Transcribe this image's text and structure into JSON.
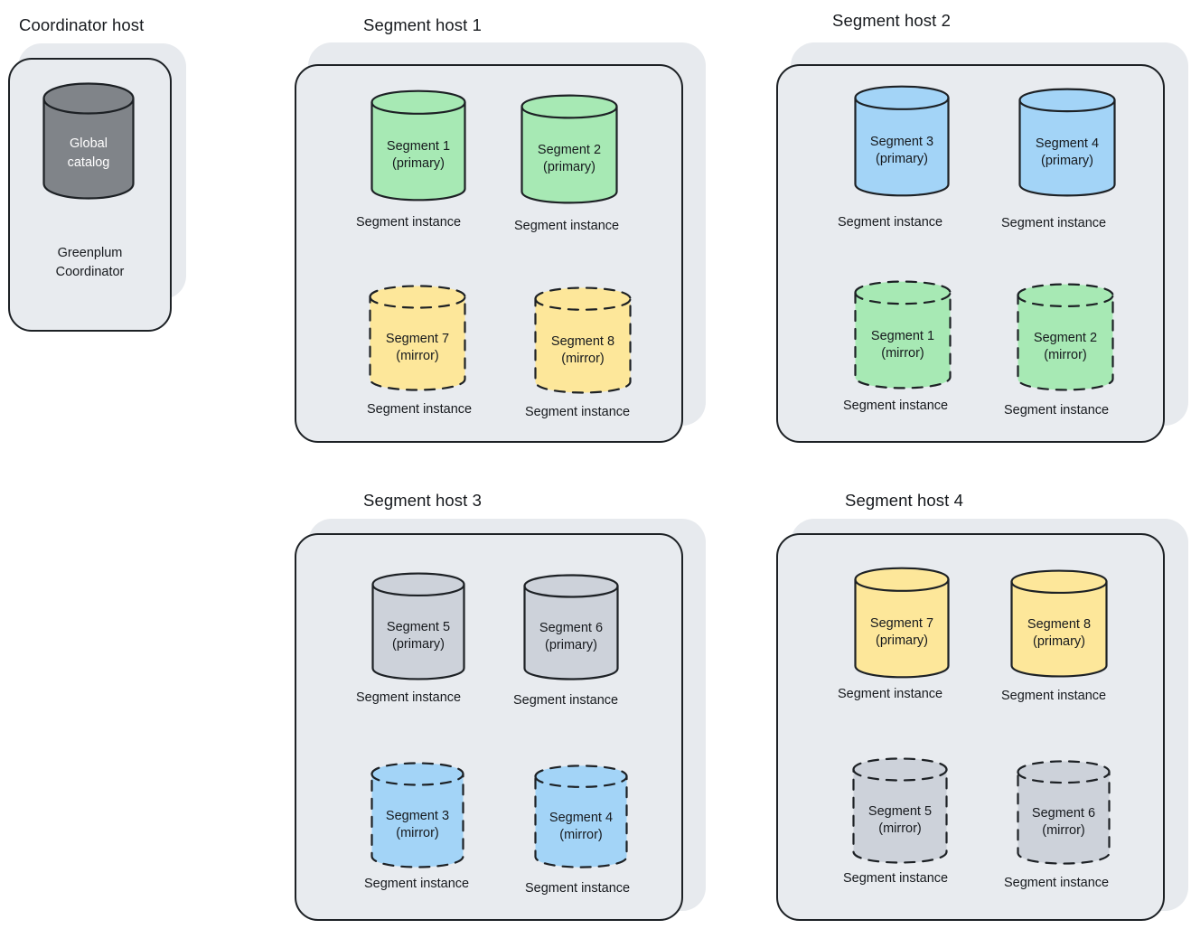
{
  "diagram": {
    "title_font_size": 18.5,
    "colors": {
      "green": "#a7e9b4",
      "green_stroke": "#1d2125",
      "blue": "#a3d4f7",
      "blue_stroke": "#1d2125",
      "yellow": "#fde79a",
      "yellow_stroke": "#1d2125",
      "gray": "#cdd2da",
      "gray_stroke": "#1d2125",
      "dark_gray": "#808489",
      "host_fill": "#e8ebef",
      "host_shadow": "#e7eaee",
      "outline": "#1d2125",
      "text": "#16191d",
      "text_light": "#ffffff"
    },
    "instance_caption": "Segment instance"
  },
  "coordinator_host": {
    "title": "Coordinator host",
    "cylinder": {
      "line1": "Global",
      "line2": "catalog",
      "fill": "#808489",
      "stroke": "#1d2125",
      "text_color": "#ffffff",
      "style": "solid"
    },
    "caption_line1": "Greenplum",
    "caption_line2": "Coordinator"
  },
  "segment_hosts": [
    {
      "id": "segment-host-1",
      "title": "Segment host 1",
      "segments": [
        {
          "name": "Segment 1",
          "role": "(primary)",
          "fill": "#a7e9b4",
          "style": "solid",
          "caption": "Segment instance"
        },
        {
          "name": "Segment 2",
          "role": "(primary)",
          "fill": "#a7e9b4",
          "style": "solid",
          "caption": "Segment instance"
        },
        {
          "name": "Segment 7",
          "role": "(mirror)",
          "fill": "#fde79a",
          "style": "dashed",
          "caption": "Segment instance"
        },
        {
          "name": "Segment 8",
          "role": "(mirror)",
          "fill": "#fde79a",
          "style": "dashed",
          "caption": "Segment instance"
        }
      ]
    },
    {
      "id": "segment-host-2",
      "title": "Segment host 2",
      "segments": [
        {
          "name": "Segment 3",
          "role": "(primary)",
          "fill": "#a3d4f7",
          "style": "solid",
          "caption": "Segment instance"
        },
        {
          "name": "Segment 4",
          "role": "(primary)",
          "fill": "#a3d4f7",
          "style": "solid",
          "caption": "Segment instance"
        },
        {
          "name": "Segment 1",
          "role": "(mirror)",
          "fill": "#a7e9b4",
          "style": "dashed",
          "caption": "Segment instance"
        },
        {
          "name": "Segment 2",
          "role": "(mirror)",
          "fill": "#a7e9b4",
          "style": "dashed",
          "caption": "Segment instance"
        }
      ]
    },
    {
      "id": "segment-host-3",
      "title": "Segment host 3",
      "segments": [
        {
          "name": "Segment 5",
          "role": "(primary)",
          "fill": "#cdd2da",
          "style": "solid",
          "caption": "Segment instance"
        },
        {
          "name": "Segment 6",
          "role": "(primary)",
          "fill": "#cdd2da",
          "style": "solid",
          "caption": "Segment instance"
        },
        {
          "name": "Segment 3",
          "role": "(mirror)",
          "fill": "#a3d4f7",
          "style": "dashed",
          "caption": "Segment instance"
        },
        {
          "name": "Segment 4",
          "role": "(mirror)",
          "fill": "#a3d4f7",
          "style": "dashed",
          "caption": "Segment instance"
        }
      ]
    },
    {
      "id": "segment-host-4",
      "title": "Segment host 4",
      "segments": [
        {
          "name": "Segment 7",
          "role": "(primary)",
          "fill": "#fde79a",
          "style": "solid",
          "caption": "Segment instance"
        },
        {
          "name": "Segment 8",
          "role": "(primary)",
          "fill": "#fde79a",
          "style": "solid",
          "caption": "Segment instance"
        },
        {
          "name": "Segment 5",
          "role": "(mirror)",
          "fill": "#cdd2da",
          "style": "dashed",
          "caption": "Segment instance"
        },
        {
          "name": "Segment 6",
          "role": "(mirror)",
          "fill": "#cdd2da",
          "style": "dashed",
          "caption": "Segment instance"
        }
      ]
    }
  ]
}
